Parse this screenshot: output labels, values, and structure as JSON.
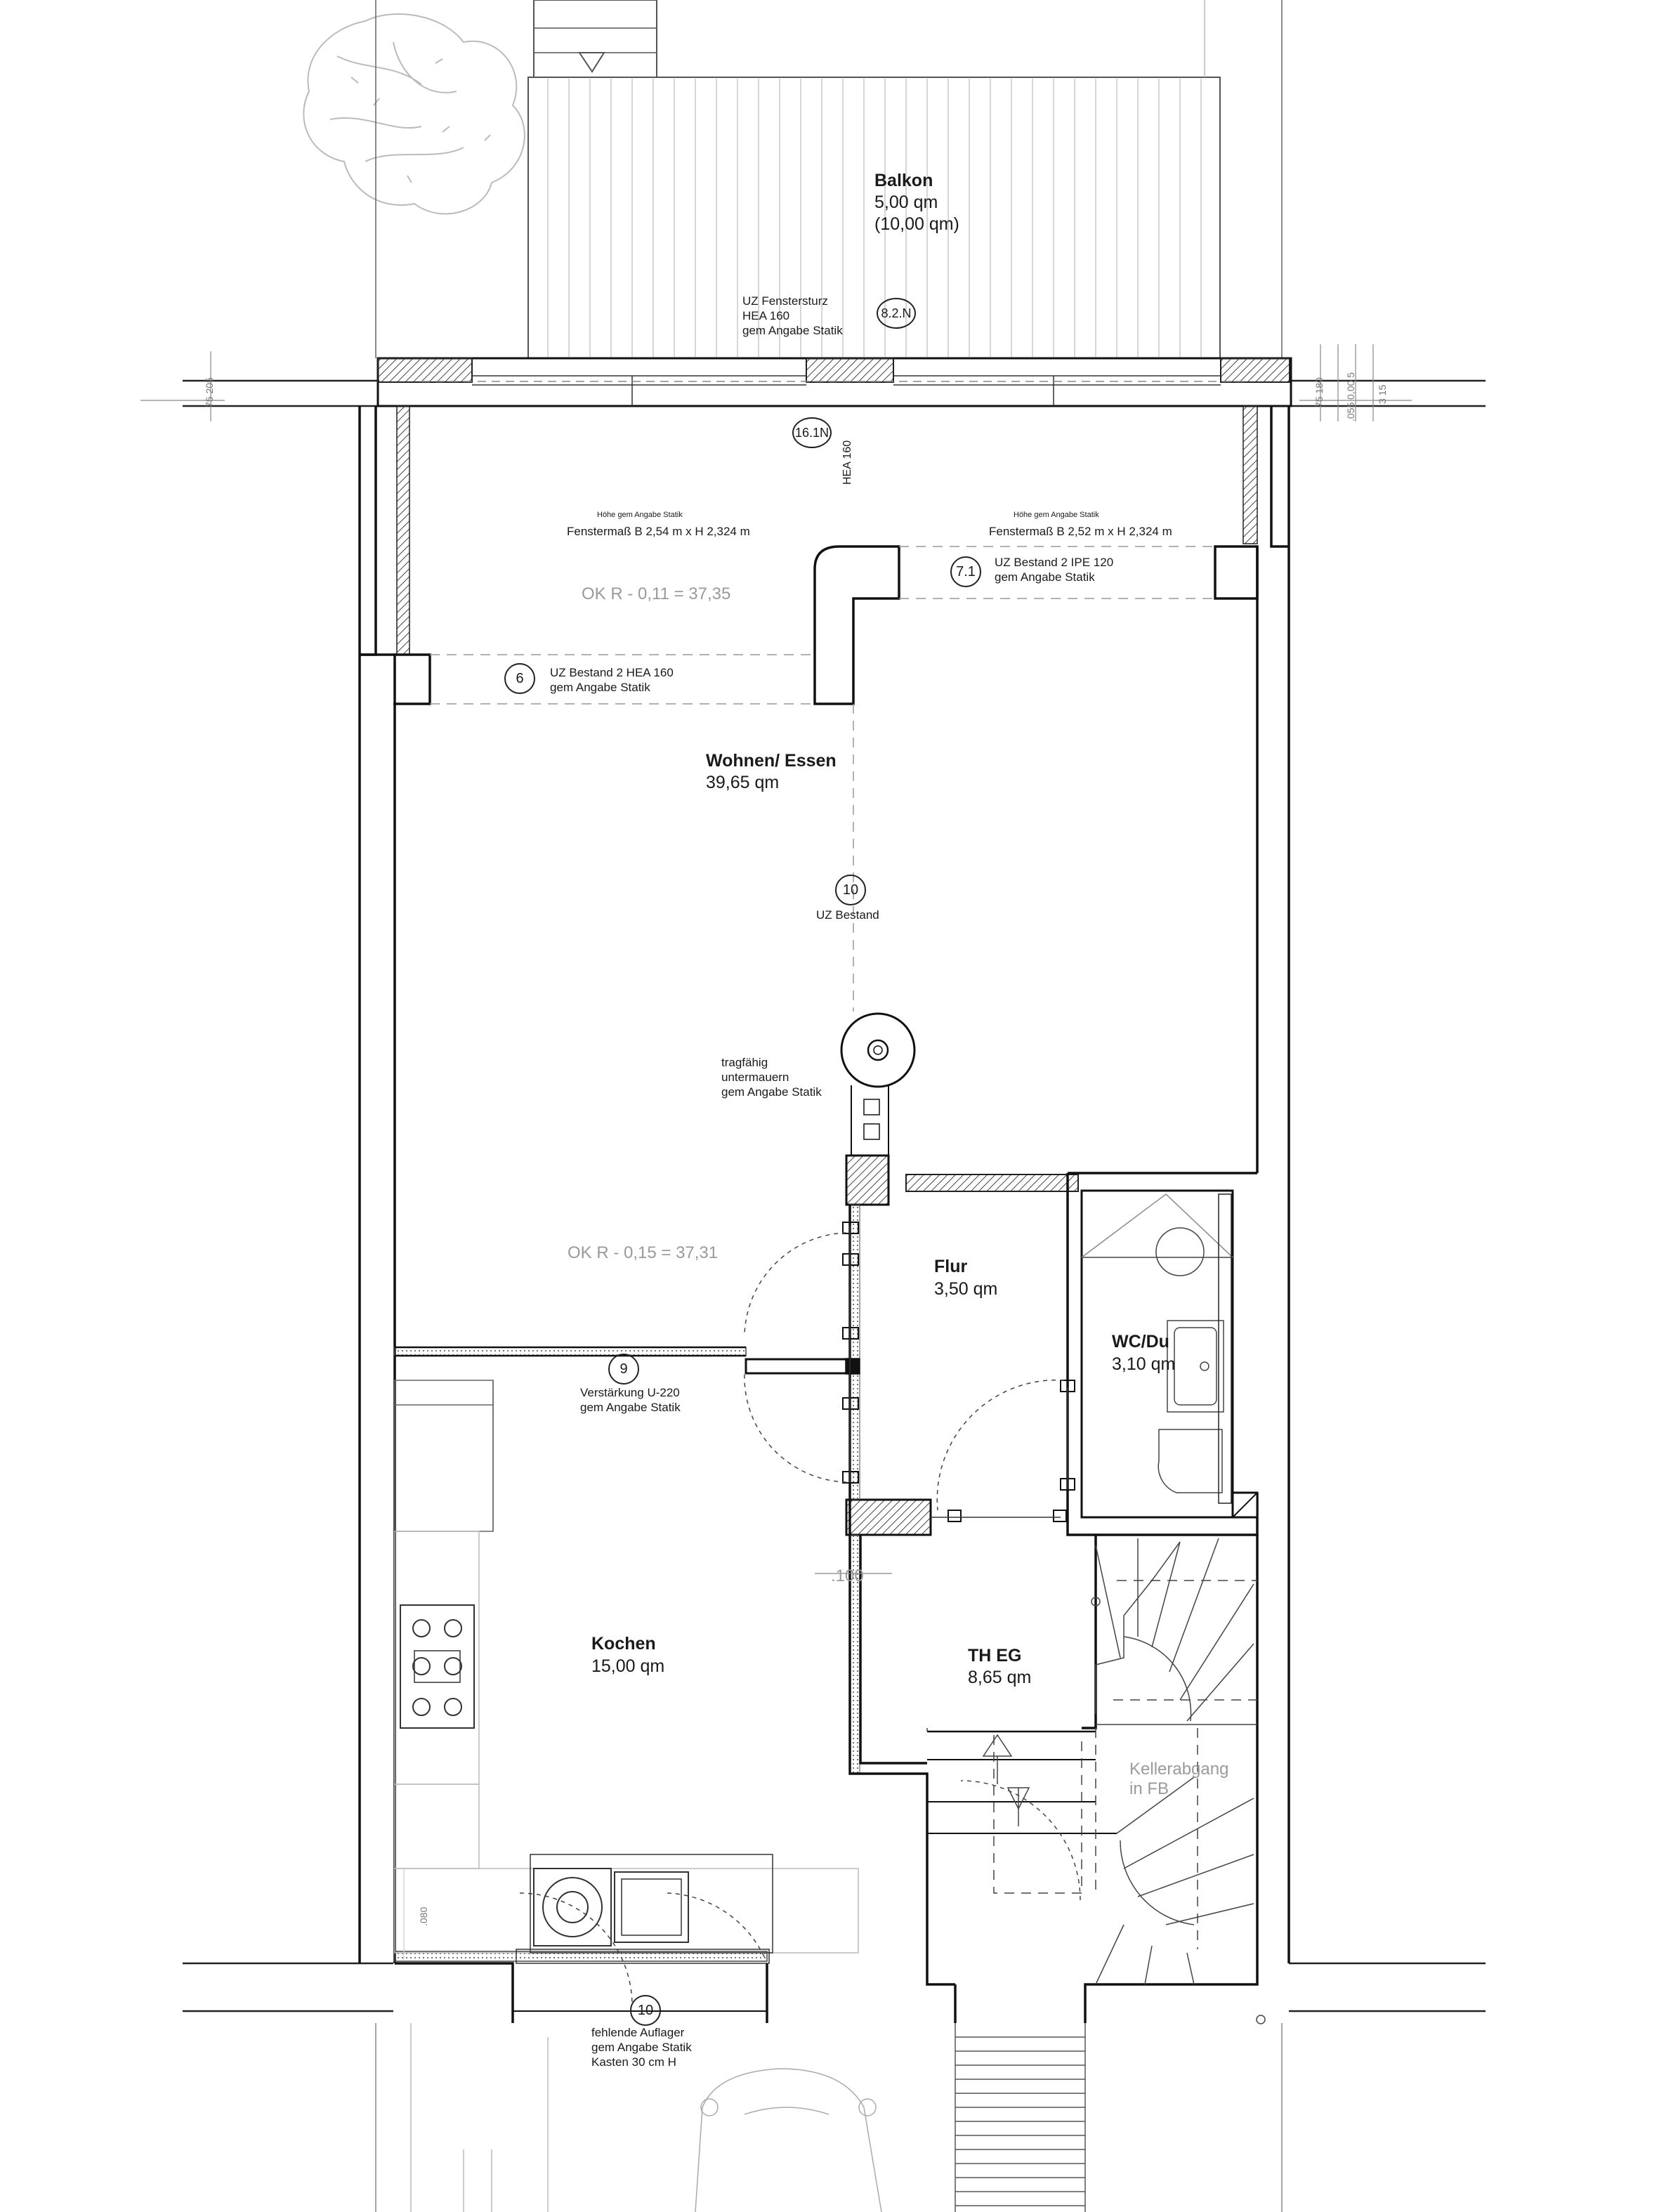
{
  "rooms": {
    "balkon": {
      "name": "Balkon",
      "area": "5,00 qm",
      "area_alt": "(10,00 qm)"
    },
    "wohnen": {
      "name": "Wohnen/ Essen",
      "area": "39,65 qm"
    },
    "flur": {
      "name": "Flur",
      "area": "3,50 qm"
    },
    "wc": {
      "name": "WC/Du",
      "area": "3,10 qm"
    },
    "kochen": {
      "name": "Kochen",
      "area": "15,00 qm"
    },
    "th": {
      "name": "TH EG",
      "area": "8,65 qm"
    }
  },
  "markers": {
    "m82": "8.2.N",
    "m161": "16.1N",
    "m71": "7.1",
    "m6": "6",
    "m10a": "10",
    "m9": "9",
    "m10b": "10"
  },
  "notes": {
    "fenstersturz": [
      "UZ Fenstersturz",
      "HEA 160",
      "gem Angabe Statik"
    ],
    "hea160_vert": "HEA 160",
    "hoehe_left": "Höhe gem Angabe Statik",
    "fenster_left": "Fenstermaß B 2,54 m x H 2,324 m",
    "hoehe_right": "Höhe gem Angabe Statik",
    "fenster_right": "Fenstermaß B 2,52 m x H 2,324 m",
    "uz71": [
      "UZ Bestand 2 IPE 120",
      "gem Angabe Statik"
    ],
    "uz6": [
      "UZ Bestand 2 HEA 160",
      "gem Angabe Statik"
    ],
    "uz10": "UZ Bestand",
    "tragfaehig": [
      "tragfähig",
      "untermauern",
      "gem Angabe Statik"
    ],
    "verstaerkung": [
      "Verstärkung U-220",
      "gem Angabe Statik"
    ],
    "fehlende": [
      "fehlende Auflager",
      "gem Angabe Statik",
      "Kasten 30 cm H"
    ]
  },
  "levels": {
    "okr1": "OK R - 0,11 = 37,35",
    "okr2": "OK R  - 0,15 = 37,31",
    "l100": ".100",
    "kellerabgang": [
      "Kellerabgang",
      "in FB"
    ],
    "l080": ".080"
  },
  "dims": {
    "left": "75 205",
    "right1": "75 180",
    "right2": ".055 0,00 5",
    "right3": "3 15"
  }
}
